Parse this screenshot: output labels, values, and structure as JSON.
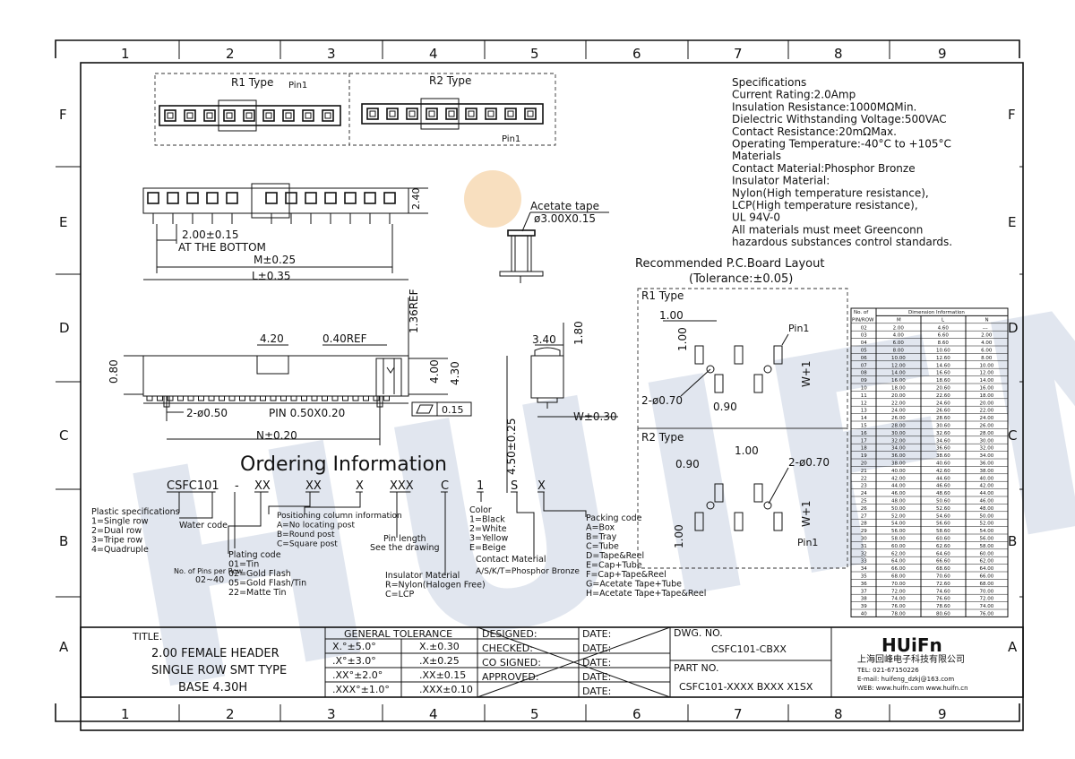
{
  "frame": {
    "columns": [
      "1",
      "2",
      "3",
      "4",
      "5",
      "6",
      "7",
      "8",
      "9"
    ],
    "rows": [
      "F",
      "E",
      "D",
      "C",
      "B",
      "A"
    ]
  },
  "views": {
    "r1_type": "R1 Type",
    "r2_type": "R2 Type",
    "pin1": "Pin1",
    "acetate_tape": "Acetate tape",
    "acetate_dim": "ø3.00X0.15"
  },
  "dims": {
    "d_240": "2.40",
    "pitch": "2.00±0.15",
    "at_bottom": "AT THE BOTTOM",
    "m": "M±0.25",
    "l": "L±0.35",
    "d_136ref": "1.36REF",
    "d_420": "4.20",
    "d_040ref": "0.40REF",
    "d_080": "0.80",
    "d_400": "4.00",
    "d_430": "4.30",
    "d_340": "3.40",
    "d_180": "1.80",
    "post": "2-ø0.50",
    "pin": "PIN 0.50X0.20",
    "flatness": "0.15",
    "n": "N±0.20",
    "w": "W±0.30",
    "height": "4.50±0.25"
  },
  "specs": {
    "lines": [
      "Specifications",
      "Current Rating:2.0Amp",
      "Insulation Resistance:1000MΩMin.",
      "Dielectric Withstanding Voltage:500VAC",
      "Contact Resistance:20mΩMax.",
      "Operating Temperature:-40°C to +105°C",
      "Materials",
      "Contact Material:Phosphor Bronze",
      "Insulator Material:",
      "Nylon(High temperature resistance),",
      "LCP(High temperature resistance),",
      "UL 94V-0",
      "All materials must meet Greenconn",
      "hazardous substances control standards."
    ]
  },
  "pcb": {
    "title": "Recommended P.C.Board Layout",
    "tolerance": "(Tolerance:±0.05)",
    "r1_label": "R1 Type",
    "r2_label": "R2 Type",
    "r1_100a": "1.00",
    "r1_100b": "1.00",
    "r1_hole": "2-ø0.70",
    "r1_090": "0.90",
    "r1_w": "W+1",
    "r1_pin1": "Pin1",
    "r2_100a": "1.00",
    "r2_090": "0.90",
    "r2_hole": "2-ø0.70",
    "r2_100b": "1.00",
    "r2_w": "W+1",
    "r2_pin1": "Pin1"
  },
  "dim_table": {
    "header_no": "No. of",
    "header_info": "Dimension Information",
    "sub_pinrow": "PIN/ROW",
    "sub_m": "M",
    "sub_l": "L",
    "sub_n": "N",
    "rows": [
      [
        "02",
        "2.00",
        "4.60",
        "---"
      ],
      [
        "03",
        "4.00",
        "6.60",
        "2.00"
      ],
      [
        "04",
        "6.00",
        "8.60",
        "4.00"
      ],
      [
        "05",
        "8.00",
        "10.60",
        "6.00"
      ],
      [
        "06",
        "10.00",
        "12.60",
        "8.00"
      ],
      [
        "07",
        "12.00",
        "14.60",
        "10.00"
      ],
      [
        "08",
        "14.00",
        "16.60",
        "12.00"
      ],
      [
        "09",
        "16.00",
        "18.60",
        "14.00"
      ],
      [
        "10",
        "18.00",
        "20.60",
        "16.00"
      ],
      [
        "11",
        "20.00",
        "22.60",
        "18.00"
      ],
      [
        "12",
        "22.00",
        "24.60",
        "20.00"
      ],
      [
        "13",
        "24.00",
        "26.60",
        "22.00"
      ],
      [
        "14",
        "26.00",
        "28.60",
        "24.00"
      ],
      [
        "15",
        "28.00",
        "30.60",
        "26.00"
      ],
      [
        "16",
        "30.00",
        "32.60",
        "28.00"
      ],
      [
        "17",
        "32.00",
        "34.60",
        "30.00"
      ],
      [
        "18",
        "34.00",
        "36.60",
        "32.00"
      ],
      [
        "19",
        "36.00",
        "38.60",
        "34.00"
      ],
      [
        "20",
        "38.00",
        "40.60",
        "36.00"
      ],
      [
        "21",
        "40.00",
        "42.60",
        "38.00"
      ],
      [
        "22",
        "42.00",
        "44.60",
        "40.00"
      ],
      [
        "23",
        "44.00",
        "46.60",
        "42.00"
      ],
      [
        "24",
        "46.00",
        "48.60",
        "44.00"
      ],
      [
        "25",
        "48.00",
        "50.60",
        "46.00"
      ],
      [
        "26",
        "50.00",
        "52.60",
        "48.00"
      ],
      [
        "27",
        "52.00",
        "54.60",
        "50.00"
      ],
      [
        "28",
        "54.00",
        "56.60",
        "52.00"
      ],
      [
        "29",
        "56.00",
        "58.60",
        "54.00"
      ],
      [
        "30",
        "58.00",
        "60.60",
        "56.00"
      ],
      [
        "31",
        "60.00",
        "62.60",
        "58.00"
      ],
      [
        "32",
        "62.00",
        "64.60",
        "60.00"
      ],
      [
        "33",
        "64.00",
        "66.60",
        "62.00"
      ],
      [
        "34",
        "66.00",
        "68.60",
        "64.00"
      ],
      [
        "35",
        "68.00",
        "70.60",
        "66.00"
      ],
      [
        "36",
        "70.00",
        "72.60",
        "68.00"
      ],
      [
        "37",
        "72.00",
        "74.60",
        "70.00"
      ],
      [
        "38",
        "74.00",
        "76.60",
        "72.00"
      ],
      [
        "39",
        "76.00",
        "78.60",
        "74.00"
      ],
      [
        "40",
        "78.00",
        "80.60",
        "76.00"
      ]
    ]
  },
  "ordering": {
    "title": "Ordering Information",
    "code_parts": [
      "CSFC101",
      "-",
      "XX",
      "XX",
      "X",
      "XXX",
      "C",
      "1",
      "S",
      "X"
    ],
    "plastic_title": "Plastic specifications",
    "plastic": [
      "1=Single row",
      "2=Dual row",
      "3=Tripe row",
      "4=Quadruple"
    ],
    "water_code": "Water code",
    "pins_per_row": "No. of Pins per Row",
    "pins_range": "02~40",
    "plating_title": "Plating code",
    "plating": [
      "01=Tin",
      "02=Gold Flash",
      "05=Gold Flash/Tin",
      "22=Matte Tin"
    ],
    "positioning_title": "Positioning column information",
    "positioning": [
      "A=No locating post",
      "B=Round post",
      "C=Square post"
    ],
    "pin_length": "Pin length",
    "see_drawing": "See the drawing",
    "insulator_title": "Insulator Material",
    "insulator": [
      "R=Nylon(Halogen Free)",
      "C=LCP"
    ],
    "color_title": "Color",
    "color": [
      "1=Black",
      "2=White",
      "3=Yellow",
      "E=Beige"
    ],
    "contact_title": "Contact Material",
    "contact": "A/S/K/T=Phosphor Bronze",
    "packing_title": "Packing code",
    "packing": [
      "A=Box",
      "B=Tray",
      "C=Tube",
      "D=Tape&Reel",
      "E=Cap+Tube",
      "F=Cap+Tape&Reel",
      "G=Acetate Tape+Tube",
      "H=Acetate Tape+Tape&Reel"
    ]
  },
  "title_block": {
    "title_label": "TITLE.",
    "title_lines": [
      "2.00 FEMALE HEADER",
      "SINGLE ROW SMT TYPE",
      "BASE 4.30H"
    ],
    "gen_tol": "GENERAL TOLERANCE",
    "tol": [
      [
        "X.°±5.0°",
        "X.±0.30"
      ],
      [
        ".X°±3.0°",
        ".X±0.25"
      ],
      [
        ".XX°±2.0°",
        ".XX±0.15"
      ],
      [
        ".XXX°±1.0°",
        ".XXX±0.10"
      ]
    ],
    "designed": "DESIGNED:",
    "checked": "CHECKED:",
    "co_signed": "CO SIGNED:",
    "approved": "APPROVED:",
    "date": "DATE:",
    "dwg_no_label": "DWG. NO.",
    "dwg_no": "CSFC101-CBXX",
    "part_no_label": "PART NO.",
    "part_no": "CSFC101-XXXX BXXX X1SX",
    "company_logo": "HUiFn",
    "company_cn": "上海回峰电子科技有限公司",
    "tel": "TEL: 021-67150226",
    "email": "E-mail: huifeng_dzkj@163.com",
    "web": "WEB: www.huifn.com  www.huifn.cn"
  },
  "watermark": "HUIFN",
  "colors": {
    "line": "#111111",
    "watermark": "#1f4a8a",
    "dot": "#f3c58a"
  }
}
